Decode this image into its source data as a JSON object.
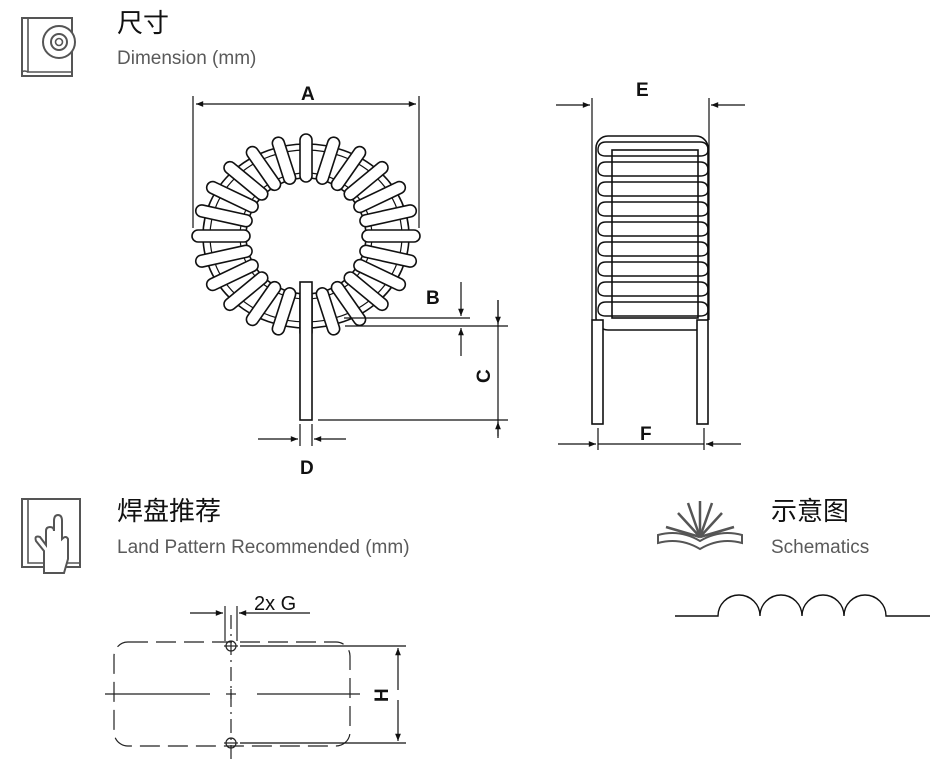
{
  "sections": {
    "dimension": {
      "title_cn": "尺寸",
      "title_en": "Dimension (mm)",
      "icon": "disc-book-icon"
    },
    "land_pattern": {
      "title_cn": "焊盘推荐",
      "title_en": "Land Pattern Recommended (mm)",
      "icon": "hand-pointer-book-icon"
    },
    "schematics": {
      "title_cn": "示意图",
      "title_en": "Schematics",
      "icon": "open-book-rays-icon"
    }
  },
  "dimension_labels": {
    "A": "A",
    "B": "B",
    "C": "C",
    "D": "D",
    "E": "E",
    "F": "F"
  },
  "land_pattern_labels": {
    "G": "2x G",
    "H": "H"
  },
  "colors": {
    "line": "#111111",
    "icon": "#555555",
    "subtitle": "#5a5a5a"
  }
}
